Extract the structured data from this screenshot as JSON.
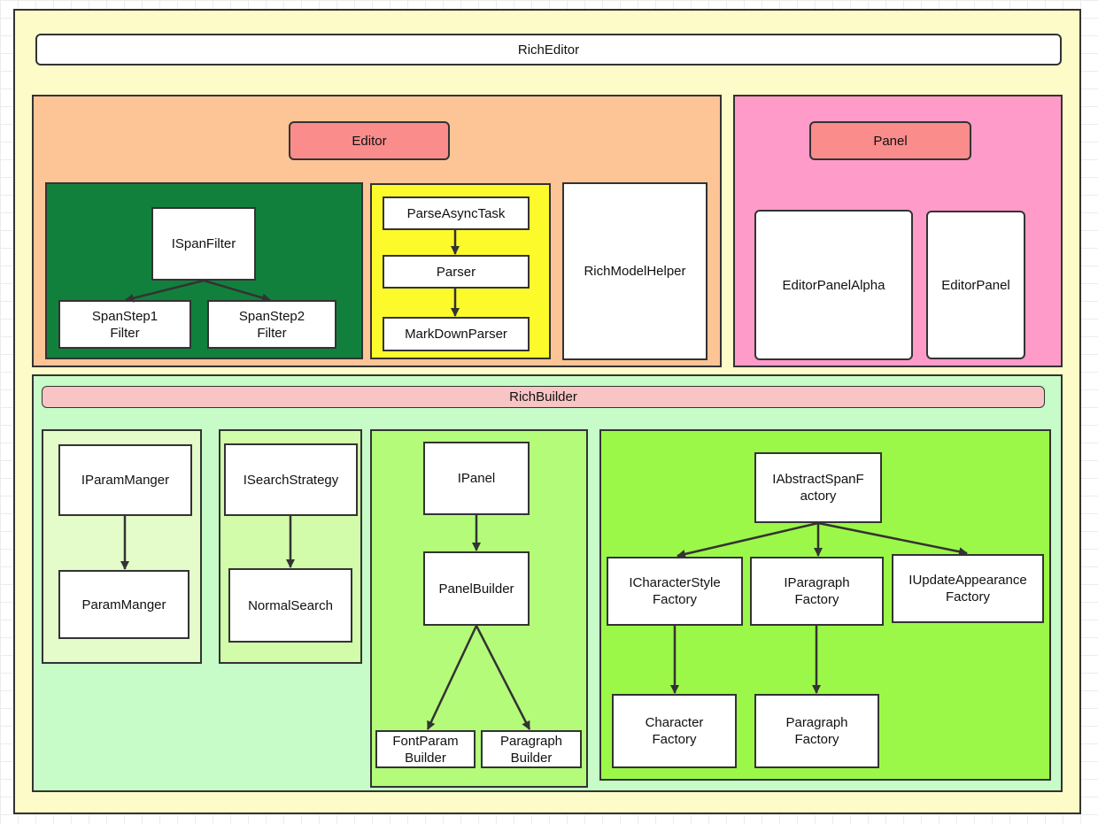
{
  "rich_editor": {
    "title": "RichEditor",
    "editor": {
      "title": "Editor",
      "span_filter": {
        "interface": "ISpanFilter",
        "step1": "SpanStep1\nFilter",
        "step2": "SpanStep2\nFilter"
      },
      "parser": {
        "task": "ParseAsyncTask",
        "parser": "Parser",
        "markdown": "MarkDownParser"
      },
      "model_helper": "RichModelHelper"
    },
    "panel": {
      "title": "Panel",
      "alpha": "EditorPanelAlpha",
      "panel": "EditorPanel"
    }
  },
  "rich_builder": {
    "title": "RichBuilder",
    "param": {
      "interface": "IParamManger",
      "impl": "ParamManger"
    },
    "search": {
      "interface": "ISearchStrategy",
      "impl": "NormalSearch"
    },
    "panel_builder": {
      "interface": "IPanel",
      "builder": "PanelBuilder",
      "font": "FontParam\nBuilder",
      "paragraph": "Paragraph\nBuilder"
    },
    "span_factory": {
      "abstract": "IAbstractSpanF\nactory",
      "char_style": "ICharacterStyle\nFactory",
      "paragraph": "IParagraph\nFactory",
      "appearance": "IUpdateAppearance\nFactory",
      "character_impl": "Character\nFactory",
      "paragraph_impl": "Paragraph\nFactory"
    }
  },
  "colors": {
    "outer": "#fdfcc8",
    "editor_region": "#fdc496",
    "panel_region": "#fe9bc8",
    "title_pill": "#fa8c8c",
    "span_filter_region": "#12803d",
    "parser_region": "#fdfa2c",
    "builder_region": "#c7fcc8",
    "builder_title": "#f9c4c4",
    "param_region": "#e3fcc9",
    "search_region": "#d2fcaa",
    "panel_builder_region": "#b4fb7a",
    "factory_region": "#9cf848"
  }
}
